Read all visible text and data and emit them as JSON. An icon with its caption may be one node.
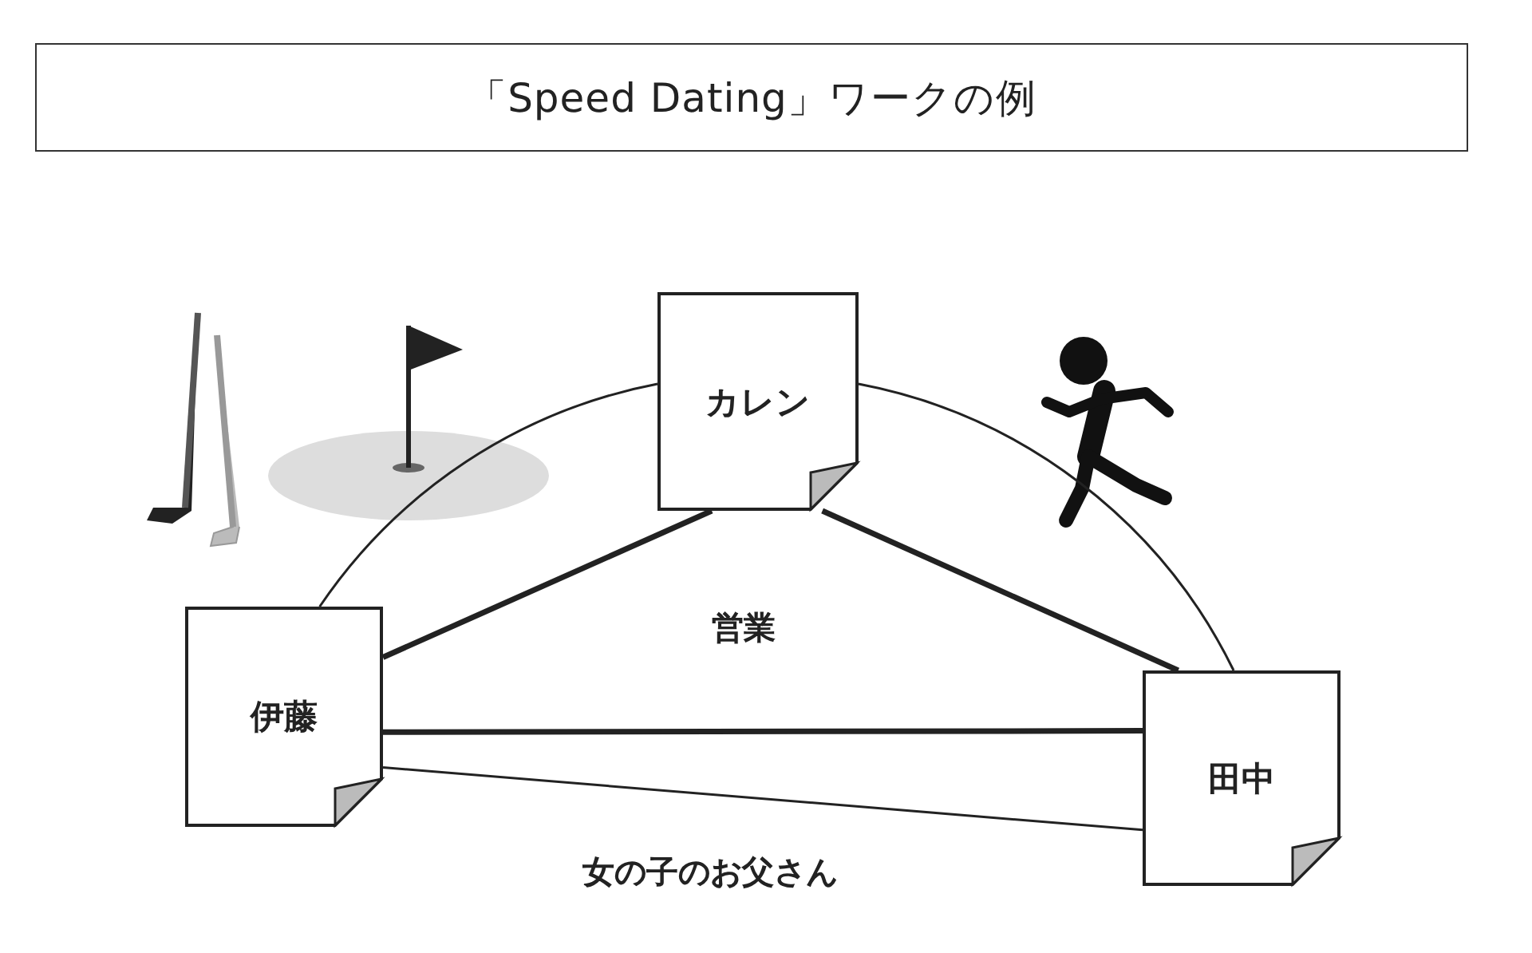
{
  "diagram": {
    "title": "「Speed Dating」ワークの例",
    "nodes": [
      {
        "text": [
          "カレン"
        ]
      },
      {
        "text": [
          "伊藤"
        ]
      },
      {
        "text": [
          "田中"
        ]
      }
    ],
    "edges": [
      {
        "from": 1,
        "to": 0,
        "arrow": "none"
      },
      {
        "from": 0,
        "to": 2,
        "arrow": "none"
      },
      {
        "from": 0,
        "to": 1,
        "arrow": "none",
        "style": "thick"
      },
      {
        "from": 0,
        "to": 2,
        "arrow": "none",
        "style": "thick"
      },
      {
        "from": 1,
        "to": 2,
        "arrow": "none",
        "style": "thick"
      },
      {
        "from": 1,
        "to": 2,
        "arrow": "none"
      }
    ],
    "labels": [
      "営業",
      "女の子のお父さん"
    ]
  }
}
